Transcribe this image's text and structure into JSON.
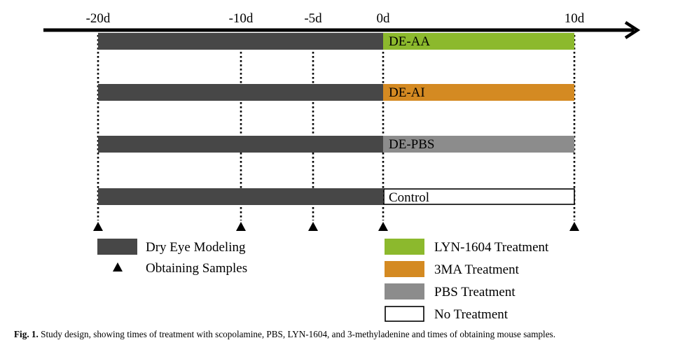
{
  "timeline": {
    "ticks": [
      {
        "label": "-20d",
        "day": -20
      },
      {
        "label": "-10d",
        "day": -10
      },
      {
        "label": "-5d",
        "day": -5
      },
      {
        "label": "0d",
        "day": 0
      },
      {
        "label": "10d",
        "day": 10
      }
    ],
    "sample_days": [
      -20,
      -10,
      -5,
      0,
      10
    ],
    "groups": [
      {
        "label": "DE-AA",
        "modeling": [
          -20,
          0
        ],
        "treatment": [
          0,
          10
        ],
        "color": "#8cb92d"
      },
      {
        "label": "DE-AI",
        "modeling": [
          -20,
          0
        ],
        "treatment": [
          0,
          10
        ],
        "color": "#d48a22"
      },
      {
        "label": "DE-PBS",
        "modeling": [
          -20,
          0
        ],
        "treatment": [
          0,
          10
        ],
        "color": "#8c8c8c"
      },
      {
        "label": "Control",
        "modeling": [
          -20,
          0
        ],
        "treatment": [
          0,
          10
        ],
        "color": "#ffffff"
      }
    ],
    "modeling_color": "#474747"
  },
  "legend": {
    "dry_eye_modeling": "Dry Eye Modeling",
    "obtaining_samples": "Obtaining Samples",
    "lyn": "LYN-1604 Treatment",
    "ma": "3MA Treatment",
    "pbs": "PBS Treatment",
    "none": "No Treatment"
  },
  "caption": {
    "label": "Fig. 1.",
    "text": "Study design, showing times of treatment with scopolamine, PBS, LYN-1604, and 3-methyladenine and times of obtaining mouse samples."
  }
}
